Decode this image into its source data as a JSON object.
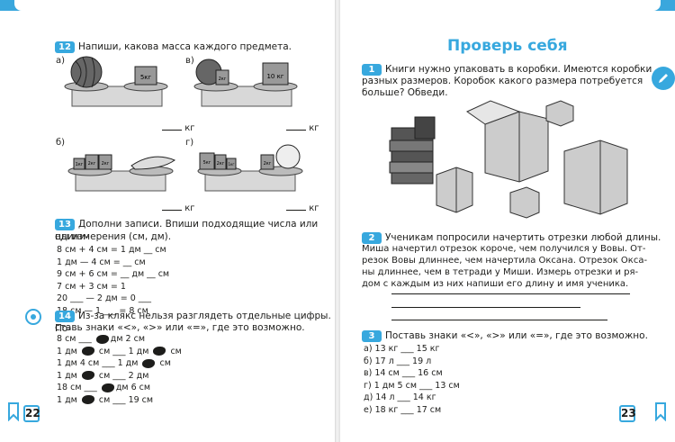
{
  "left": {
    "page_number": "22",
    "task12": {
      "number": "12",
      "title": "Напиши, какова масса каждого предмета.",
      "items": [
        {
          "letter": "а)",
          "weights": [
            "5кг"
          ],
          "unit": "кг"
        },
        {
          "letter": "в)",
          "weights": [
            "2кг",
            "10 кг"
          ],
          "unit": "кг"
        },
        {
          "letter": "б)",
          "weights": [
            "1кг",
            "2кг",
            "2кг"
          ],
          "unit": "кг"
        },
        {
          "letter": "г)",
          "weights": [
            "5кг",
            "2кг",
            "1кг",
            "2кг"
          ],
          "unit": "кг"
        }
      ]
    },
    "task13": {
      "number": "13",
      "title_line1": "Дополни записи. Впиши подходящие числа или едини-",
      "title_line2": "цы измерения (см, дм).",
      "lines": [
        "8  см  +  4  см  =  1  дм  __  см",
        "1  дм  —  4  см  =  __  см",
        "9  см  +  6  см  =  __  дм  __  см",
        "7  см  +  3  см  =  1",
        "20  ___  —  2  дм  =  0  ___",
        "18  см  —  1  ___  =  8  см"
      ]
    },
    "task14": {
      "number": "14",
      "title_line1": "Из-за клякс нельзя разглядеть отдельные цифры. По-",
      "title_line2": "ставь знаки «<», «>» или «=», где это возможно.",
      "lines": [
        [
          "8  см",
          "___",
          "",
          "дм  2  см"
        ],
        [
          "1  дм",
          "",
          "см",
          "___",
          "1  дм",
          "",
          "см"
        ],
        [
          "1  дм  4  см",
          "___",
          "1  дм",
          "",
          "см"
        ],
        [
          "1  дм",
          "",
          "см",
          "___",
          "2  дм"
        ],
        [
          "18  см",
          "___",
          "",
          "дм  6  см"
        ],
        [
          "1  дм",
          "",
          "см",
          "___",
          "19  см"
        ]
      ]
    }
  },
  "right": {
    "page_number": "23",
    "heading": "Проверь себя",
    "task1": {
      "number": "1",
      "line1": "Книги нужно упаковать в коробки. Имеются коробки",
      "line2": "разных размеров. Коробок какого размера потребуется",
      "line3": "больше? Обведи."
    },
    "task2": {
      "number": "2",
      "line1": "Ученикам попросили начертить отрезки любой длины.",
      "line2": "Миша начертил отрезок короче, чем получился у Вовы. От-",
      "line3": "резок Вовы длиннее, чем начертила Оксана. Отрезок Окса-",
      "line4": "ны длиннее, чем в тетради у Миши. Измерь отрезки и ря-",
      "line5": "дом с каждым из них напиши его длину и имя ученика."
    },
    "task3": {
      "number": "3",
      "title": "Поставь знаки «<», «>» или «=», где это возможно.",
      "lines": [
        "а)  13  кг  ___  15  кг",
        "б)  17  л  ___  19  л",
        "в)  14  см  ___  16  см",
        "г)  1  дм  5  см  ___  13  см",
        "д)  14  л  ___  14  кг",
        "е)  18  кг  ___  17  см"
      ]
    }
  }
}
